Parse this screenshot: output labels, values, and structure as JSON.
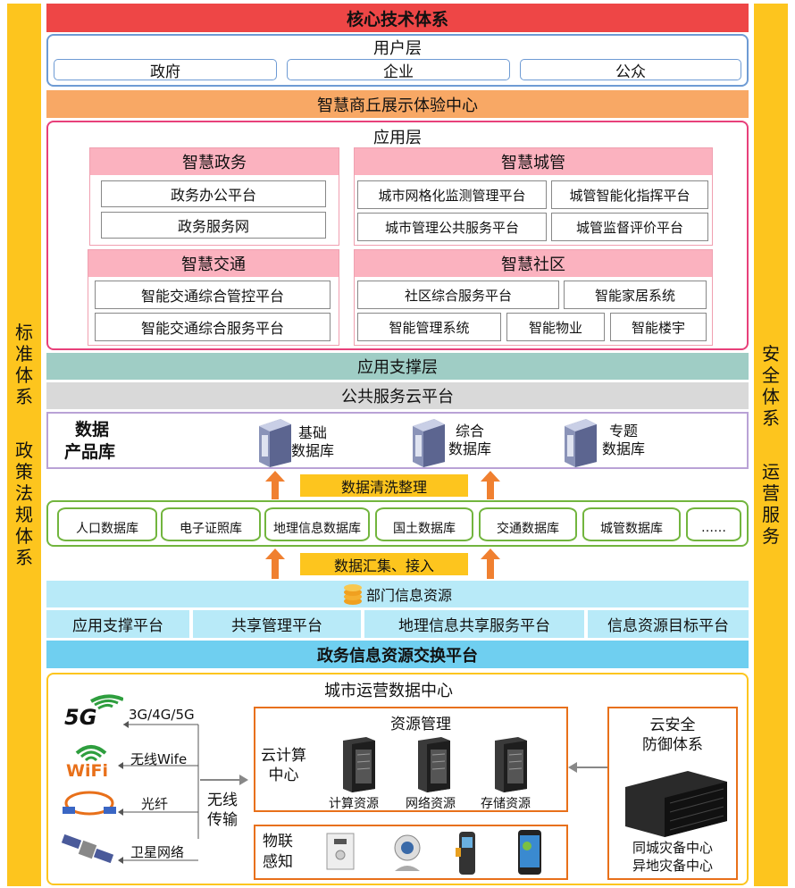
{
  "side_left": {
    "text1": "标准体系",
    "text2": "政策法规体系"
  },
  "side_right": {
    "text1": "安全体系",
    "text2": "运营服务"
  },
  "core": {
    "title": "核心技术体系"
  },
  "user_layer": {
    "title": "用户层",
    "items": [
      "政府",
      "企业",
      "公众"
    ]
  },
  "experience": {
    "title": "智慧商丘展示体验中心"
  },
  "app_layer": {
    "title": "应用层",
    "gov": {
      "title": "智慧政务",
      "items": [
        "政务办公平台",
        "政务服务网"
      ]
    },
    "city": {
      "title": "智慧城管",
      "items": [
        "城市网格化监测管理平台",
        "城管智能化指挥平台",
        "城市管理公共服务平台",
        "城管监督评价平台"
      ]
    },
    "traffic": {
      "title": "智慧交通",
      "items": [
        "智能交通综合管控平台",
        "智能交通综合服务平台"
      ]
    },
    "community": {
      "title": "智慧社区",
      "items": [
        "社区综合服务平台",
        "智能家居系统",
        "智能管理系统",
        "智能物业",
        "智能楼宇"
      ]
    }
  },
  "support_layer": {
    "title": "应用支撑层"
  },
  "cloud": {
    "title": "公共服务云平台"
  },
  "product_lib": {
    "title_line1": "数据",
    "title_line2": "产品库",
    "dbs": [
      {
        "line1": "基础",
        "line2": "数据库"
      },
      {
        "line1": "综合",
        "line2": "数据库"
      },
      {
        "line1": "专题",
        "line2": "数据库"
      }
    ]
  },
  "cleaning": {
    "label": "数据清洗整理"
  },
  "databases": [
    "人口数据库",
    "电子证照库",
    "地理信息数据库",
    "国土数据库",
    "交通数据库",
    "城管数据库",
    "……"
  ],
  "collect": {
    "label": "数据汇集、接入"
  },
  "dept": {
    "label": "部门信息资源"
  },
  "platforms": [
    "应用支撑平台",
    "共享管理平台",
    "地理信息共享服务平台",
    "信息资源目标平台"
  ],
  "exchange": {
    "title": "政务信息资源交换平台"
  },
  "datacenter": {
    "title": "城市运营数据中心",
    "networks": [
      {
        "icon": "5G",
        "label": "3G/4G/5G"
      },
      {
        "icon": "WiFi",
        "label": "无线Wife"
      },
      {
        "label": "光纤"
      },
      {
        "label": "卫星网络"
      }
    ],
    "wireless_line1": "无线",
    "wireless_line2": "传输",
    "resource": {
      "title": "资源管理",
      "cloud_line1": "云计算",
      "cloud_line2": "中心",
      "items": [
        "计算资源",
        "网络资源",
        "存储资源"
      ]
    },
    "iot": {
      "line1": "物联",
      "line2": "感知"
    },
    "security": {
      "line1": "云安全",
      "line2": "防御体系",
      "dr1": "同城灾备中心",
      "dr2": "异地灾备中心"
    }
  },
  "colors": {
    "yellow": "#fdc51e",
    "red": "#ee4646",
    "orange": "#f8a865",
    "pink_border": "#e8407a",
    "pink_header": "#fbb2bf",
    "teal": "#9fcdc5",
    "gray": "#d9d9d9",
    "lavender": "#b9a2d6",
    "green": "#72b53e",
    "light_cyan": "#b8eaf8",
    "cyan": "#6fcff0",
    "arrow": "#f08030"
  }
}
